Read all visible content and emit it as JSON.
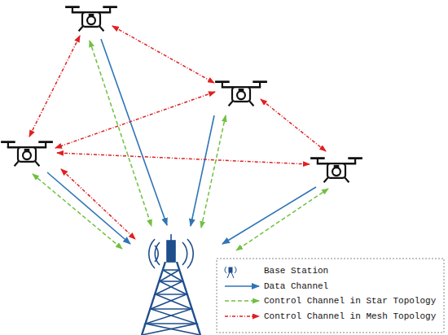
{
  "diagram": {
    "legend": [
      {
        "text": "Base Station"
      },
      {
        "text": "Data Channel"
      },
      {
        "text": "Control Channel in Star Topology"
      },
      {
        "text": "Control Channel in Mesh Topology"
      }
    ]
  }
}
